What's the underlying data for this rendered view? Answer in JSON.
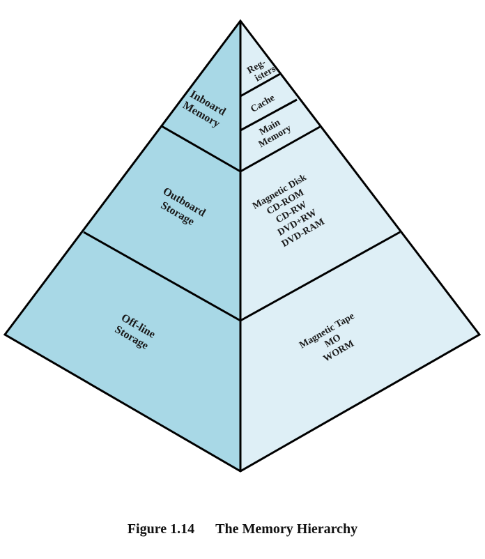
{
  "colors": {
    "left_face": "#a8d8e6",
    "right_face": "#deeff6",
    "stroke": "#000000"
  },
  "left_face": {
    "inboard": [
      "Inboard",
      "Memory"
    ],
    "outboard": [
      "Outboard",
      "Storage"
    ],
    "offline": [
      "Off-line",
      "Storage"
    ]
  },
  "right_face": {
    "registers": [
      "Reg-",
      "isters"
    ],
    "cache": [
      "Cache"
    ],
    "main_memory": [
      "Main",
      "Memory"
    ],
    "outboard_devices": [
      "Magnetic Disk",
      "CD-ROM",
      "CD-RW",
      "DVD+RW",
      "DVD-RAM"
    ],
    "offline_devices": [
      "Magnetic Tape",
      "MO",
      "WORM"
    ]
  },
  "caption": {
    "number": "Figure 1.14",
    "title": "The Memory Hierarchy"
  }
}
